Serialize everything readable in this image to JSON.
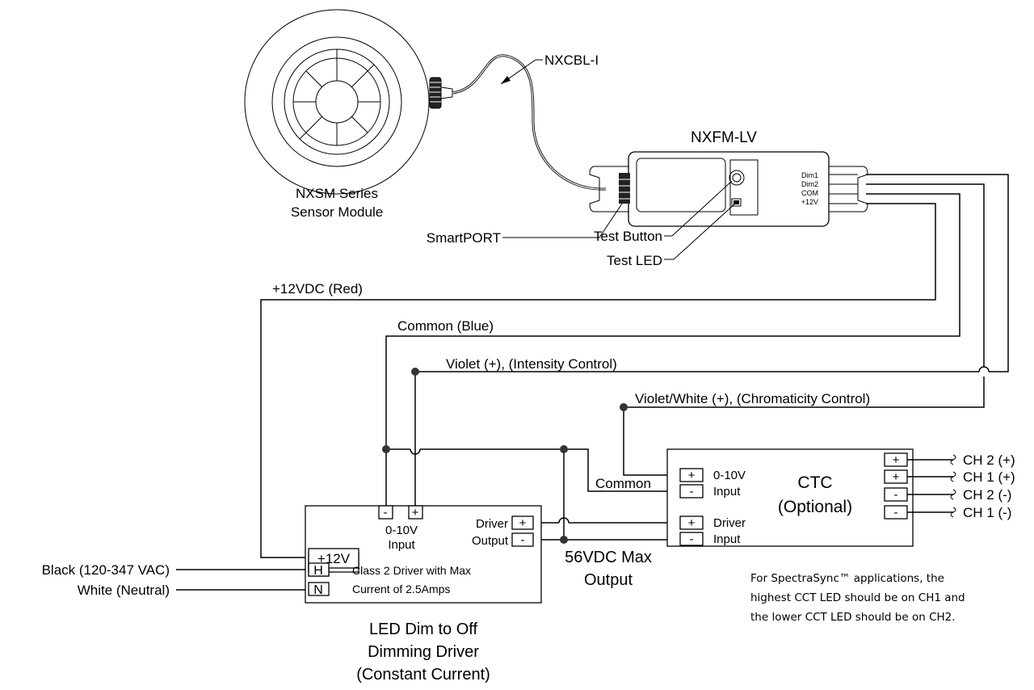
{
  "sensor": {
    "title_line1": "NXSM Series",
    "title_line2": "Sensor Module"
  },
  "cable": {
    "label": "NXCBL-I"
  },
  "module": {
    "title": "NXFM-LV",
    "pins": [
      "Dim1",
      "Dim2",
      "COM",
      "+12V"
    ],
    "smartport_label": "SmartPORT",
    "test_button_label": "Test Button",
    "test_led_label": "Test LED"
  },
  "wires": {
    "red": "+12VDC (Red)",
    "blue": "Common (Blue)",
    "violet": "Violet (+), (Intensity Control)",
    "violet_white": "Violet/White (+), (Chromaticity Control)",
    "common": "Common",
    "black": "Black (120-347 VAC)",
    "white": "White (Neutral)"
  },
  "driver": {
    "minus": "-",
    "plus": "+",
    "input_line1": "0-10V",
    "input_line2": "Input",
    "plus12": "+12V",
    "h": "H",
    "n": "N",
    "class_line1": "Class 2 Driver with Max",
    "class_line2": "Current of 2.5Amps",
    "output_driver": "Driver",
    "output_output": "Output",
    "caption_line1": "LED Dim to Off",
    "caption_line2": "Dimming Driver",
    "caption_line3": "(Constant Current)"
  },
  "output_label": {
    "line1": "56VDC Max",
    "line2": "Output"
  },
  "ctc": {
    "title_line1": "CTC",
    "title_line2": "(Optional)",
    "input_0_10v": "0-10V",
    "input_word": "Input",
    "driver_word": "Driver",
    "channels": [
      "CH 2 (+)",
      "CH 1 (+)",
      "CH 2 (-)",
      "CH 1 (-)"
    ],
    "channel_signs": [
      "+",
      "+",
      "-",
      "-"
    ]
  },
  "note": {
    "line1": "For SpectraSync™ applications, the",
    "line2": "highest CCT LED should be on CH1 and",
    "line3": "the lower CCT LED should be on CH2."
  }
}
